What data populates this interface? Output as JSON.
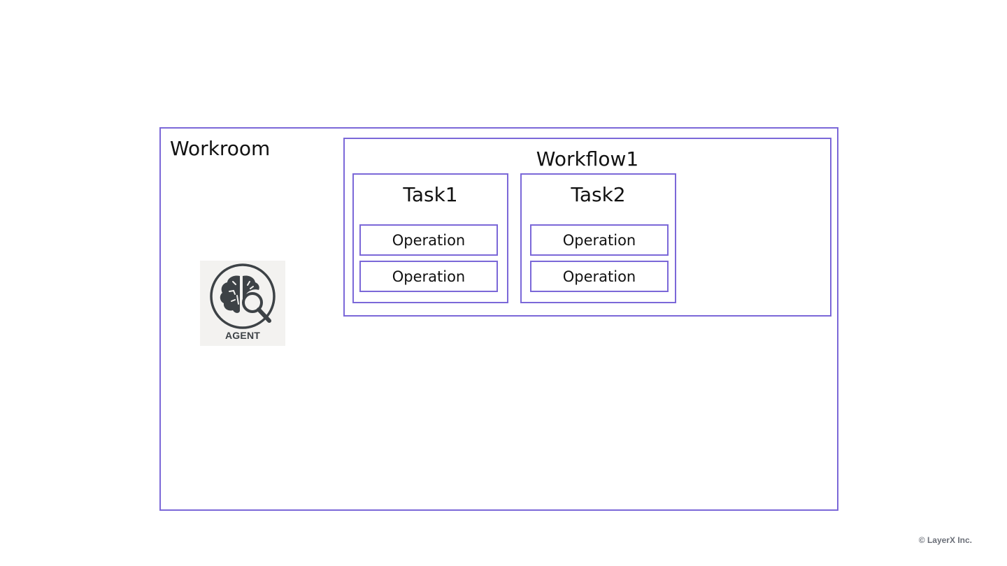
{
  "workroom": {
    "title": "Workroom"
  },
  "agent": {
    "label": "AGENT",
    "icon": "brain-search-icon"
  },
  "workflow": {
    "title": "Workflow1",
    "tasks": [
      {
        "title": "Task1",
        "operations": [
          "Operation",
          "Operation"
        ]
      },
      {
        "title": "Task2",
        "operations": [
          "Operation",
          "Operation"
        ]
      }
    ]
  },
  "footer": {
    "copyright": "© LayerX Inc."
  },
  "colors": {
    "border": "#7b68d8",
    "agent_bg": "#f3f2f0",
    "icon": "#3d4246"
  }
}
